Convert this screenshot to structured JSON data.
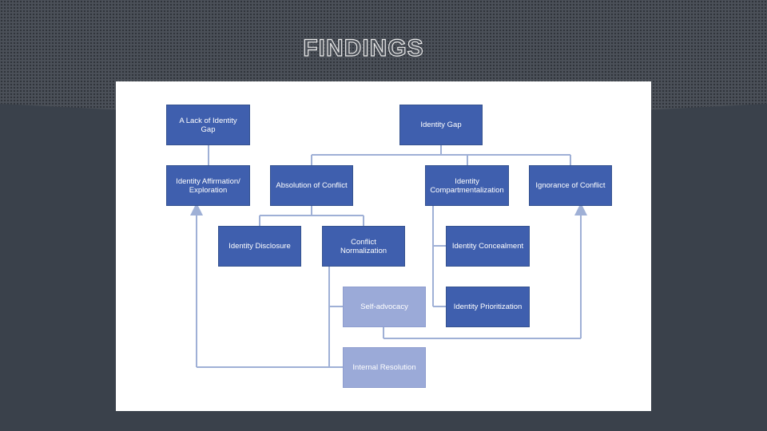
{
  "slide": {
    "title": "FINDINGS"
  },
  "diagram": {
    "nodes": {
      "lack_of_identity_gap": "A Lack of Identity Gap",
      "identity_gap": "Identity Gap",
      "identity_affirmation": "Identity Affirmation/ Exploration",
      "absolution_of_conflict": "Absolution of Conflict",
      "identity_compartmentalization": "Identity Compartmentalization",
      "ignorance_of_conflict": "Ignorance of Conflict",
      "identity_disclosure": "Identity Disclosure",
      "conflict_normalization": "Conflict Normalization",
      "identity_concealment": "Identity Concealment",
      "self_advocacy": "Self-advocacy",
      "identity_prioritization": "Identity Prioritization",
      "internal_resolution": "Internal Resolution"
    },
    "colors": {
      "primary_box": "#3f5fae",
      "secondary_box": "#9baad8",
      "connector": "#9fb0d6"
    }
  }
}
